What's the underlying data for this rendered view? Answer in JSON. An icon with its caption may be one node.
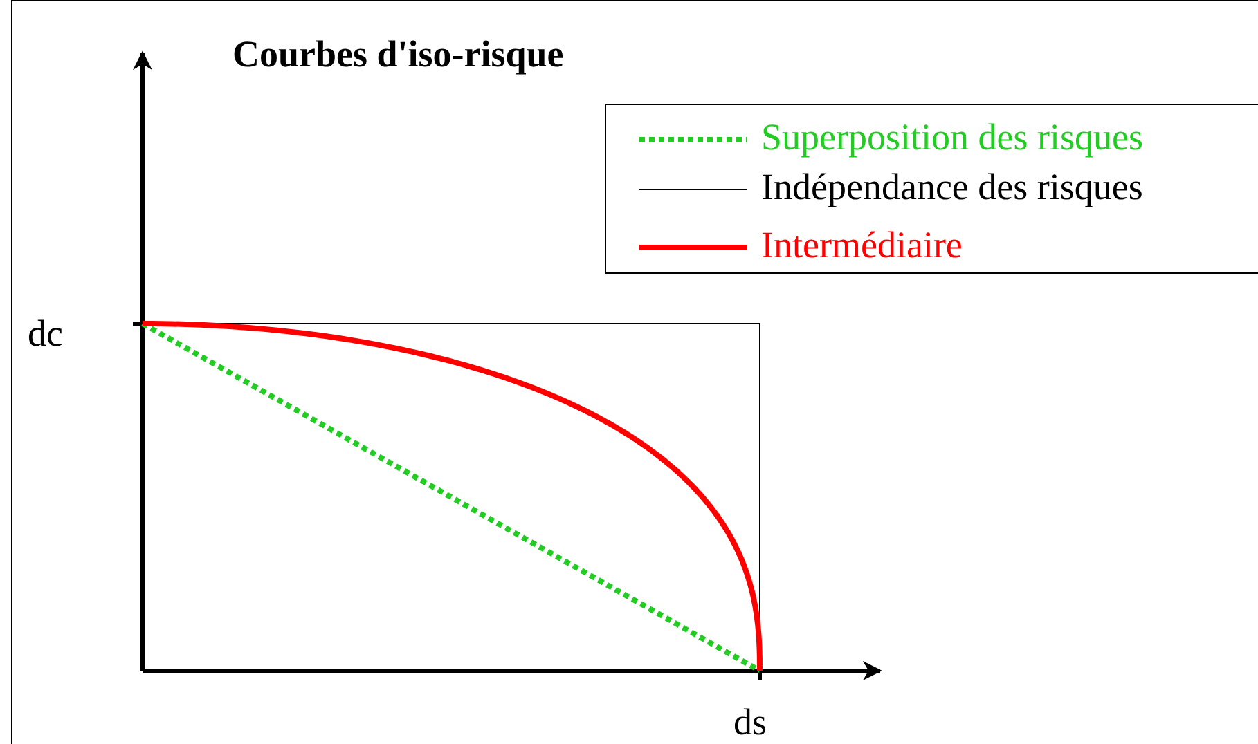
{
  "diagram": {
    "title": "Courbes d'iso-risque",
    "labels": [
      "dc",
      "ds"
    ],
    "legend": [
      {
        "text": "Superposition des risques"
      },
      {
        "text": "Indépendance des risques"
      },
      {
        "text": "Intermédiaire"
      }
    ]
  }
}
